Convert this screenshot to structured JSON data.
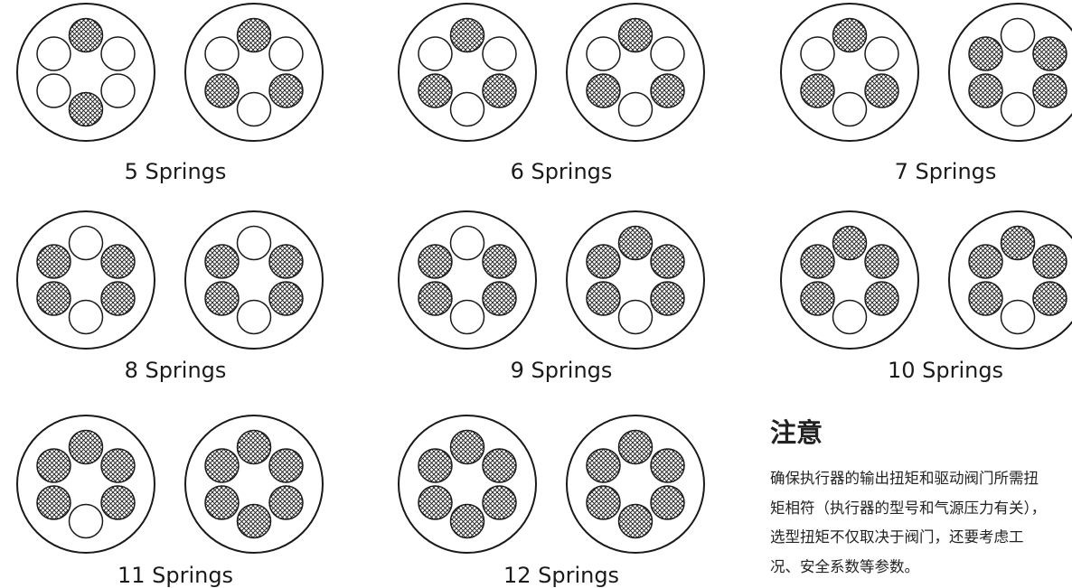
{
  "figures": [
    {
      "label": "5 Springs",
      "left_filled": [
        0,
        3
      ],
      "right_filled": [
        0,
        2,
        4
      ]
    },
    {
      "label": "6 Springs",
      "left_filled": [
        0,
        2,
        4
      ],
      "right_filled": [
        0,
        2,
        4
      ]
    },
    {
      "label": "7 Springs",
      "left_filled": [
        0,
        2,
        4
      ],
      "right_filled": [
        1,
        2,
        4,
        5
      ]
    },
    {
      "label": "8 Springs",
      "left_filled": [
        1,
        2,
        4,
        5
      ],
      "right_filled": [
        1,
        2,
        4,
        5
      ]
    },
    {
      "label": "9 Springs",
      "left_filled": [
        1,
        2,
        4,
        5
      ],
      "right_filled": [
        0,
        1,
        2,
        4,
        5
      ]
    },
    {
      "label": "10 Springs",
      "left_filled": [
        0,
        1,
        2,
        4,
        5
      ],
      "right_filled": [
        0,
        1,
        2,
        4,
        5
      ]
    },
    {
      "label": "11 Springs",
      "left_filled": [
        0,
        1,
        2,
        4,
        5
      ],
      "right_filled": [
        0,
        1,
        2,
        3,
        4,
        5
      ]
    },
    {
      "label": "12 Springs",
      "left_filled": [
        0,
        1,
        2,
        3,
        4,
        5
      ],
      "right_filled": [
        0,
        1,
        2,
        3,
        4,
        5
      ]
    }
  ],
  "note": {
    "title": "注意",
    "lines": [
      "确保执行器的输出扭矩和驱动阀门所需扭",
      "矩相符（执行器的型号和气源压力有关），",
      "选型扭矩不仅取决于阀门，还要考虑工",
      "况、安全系数等参数。"
    ]
  },
  "colors": {
    "stroke": "#1a1a1a",
    "background": "#ffffff",
    "text": "#222222"
  }
}
